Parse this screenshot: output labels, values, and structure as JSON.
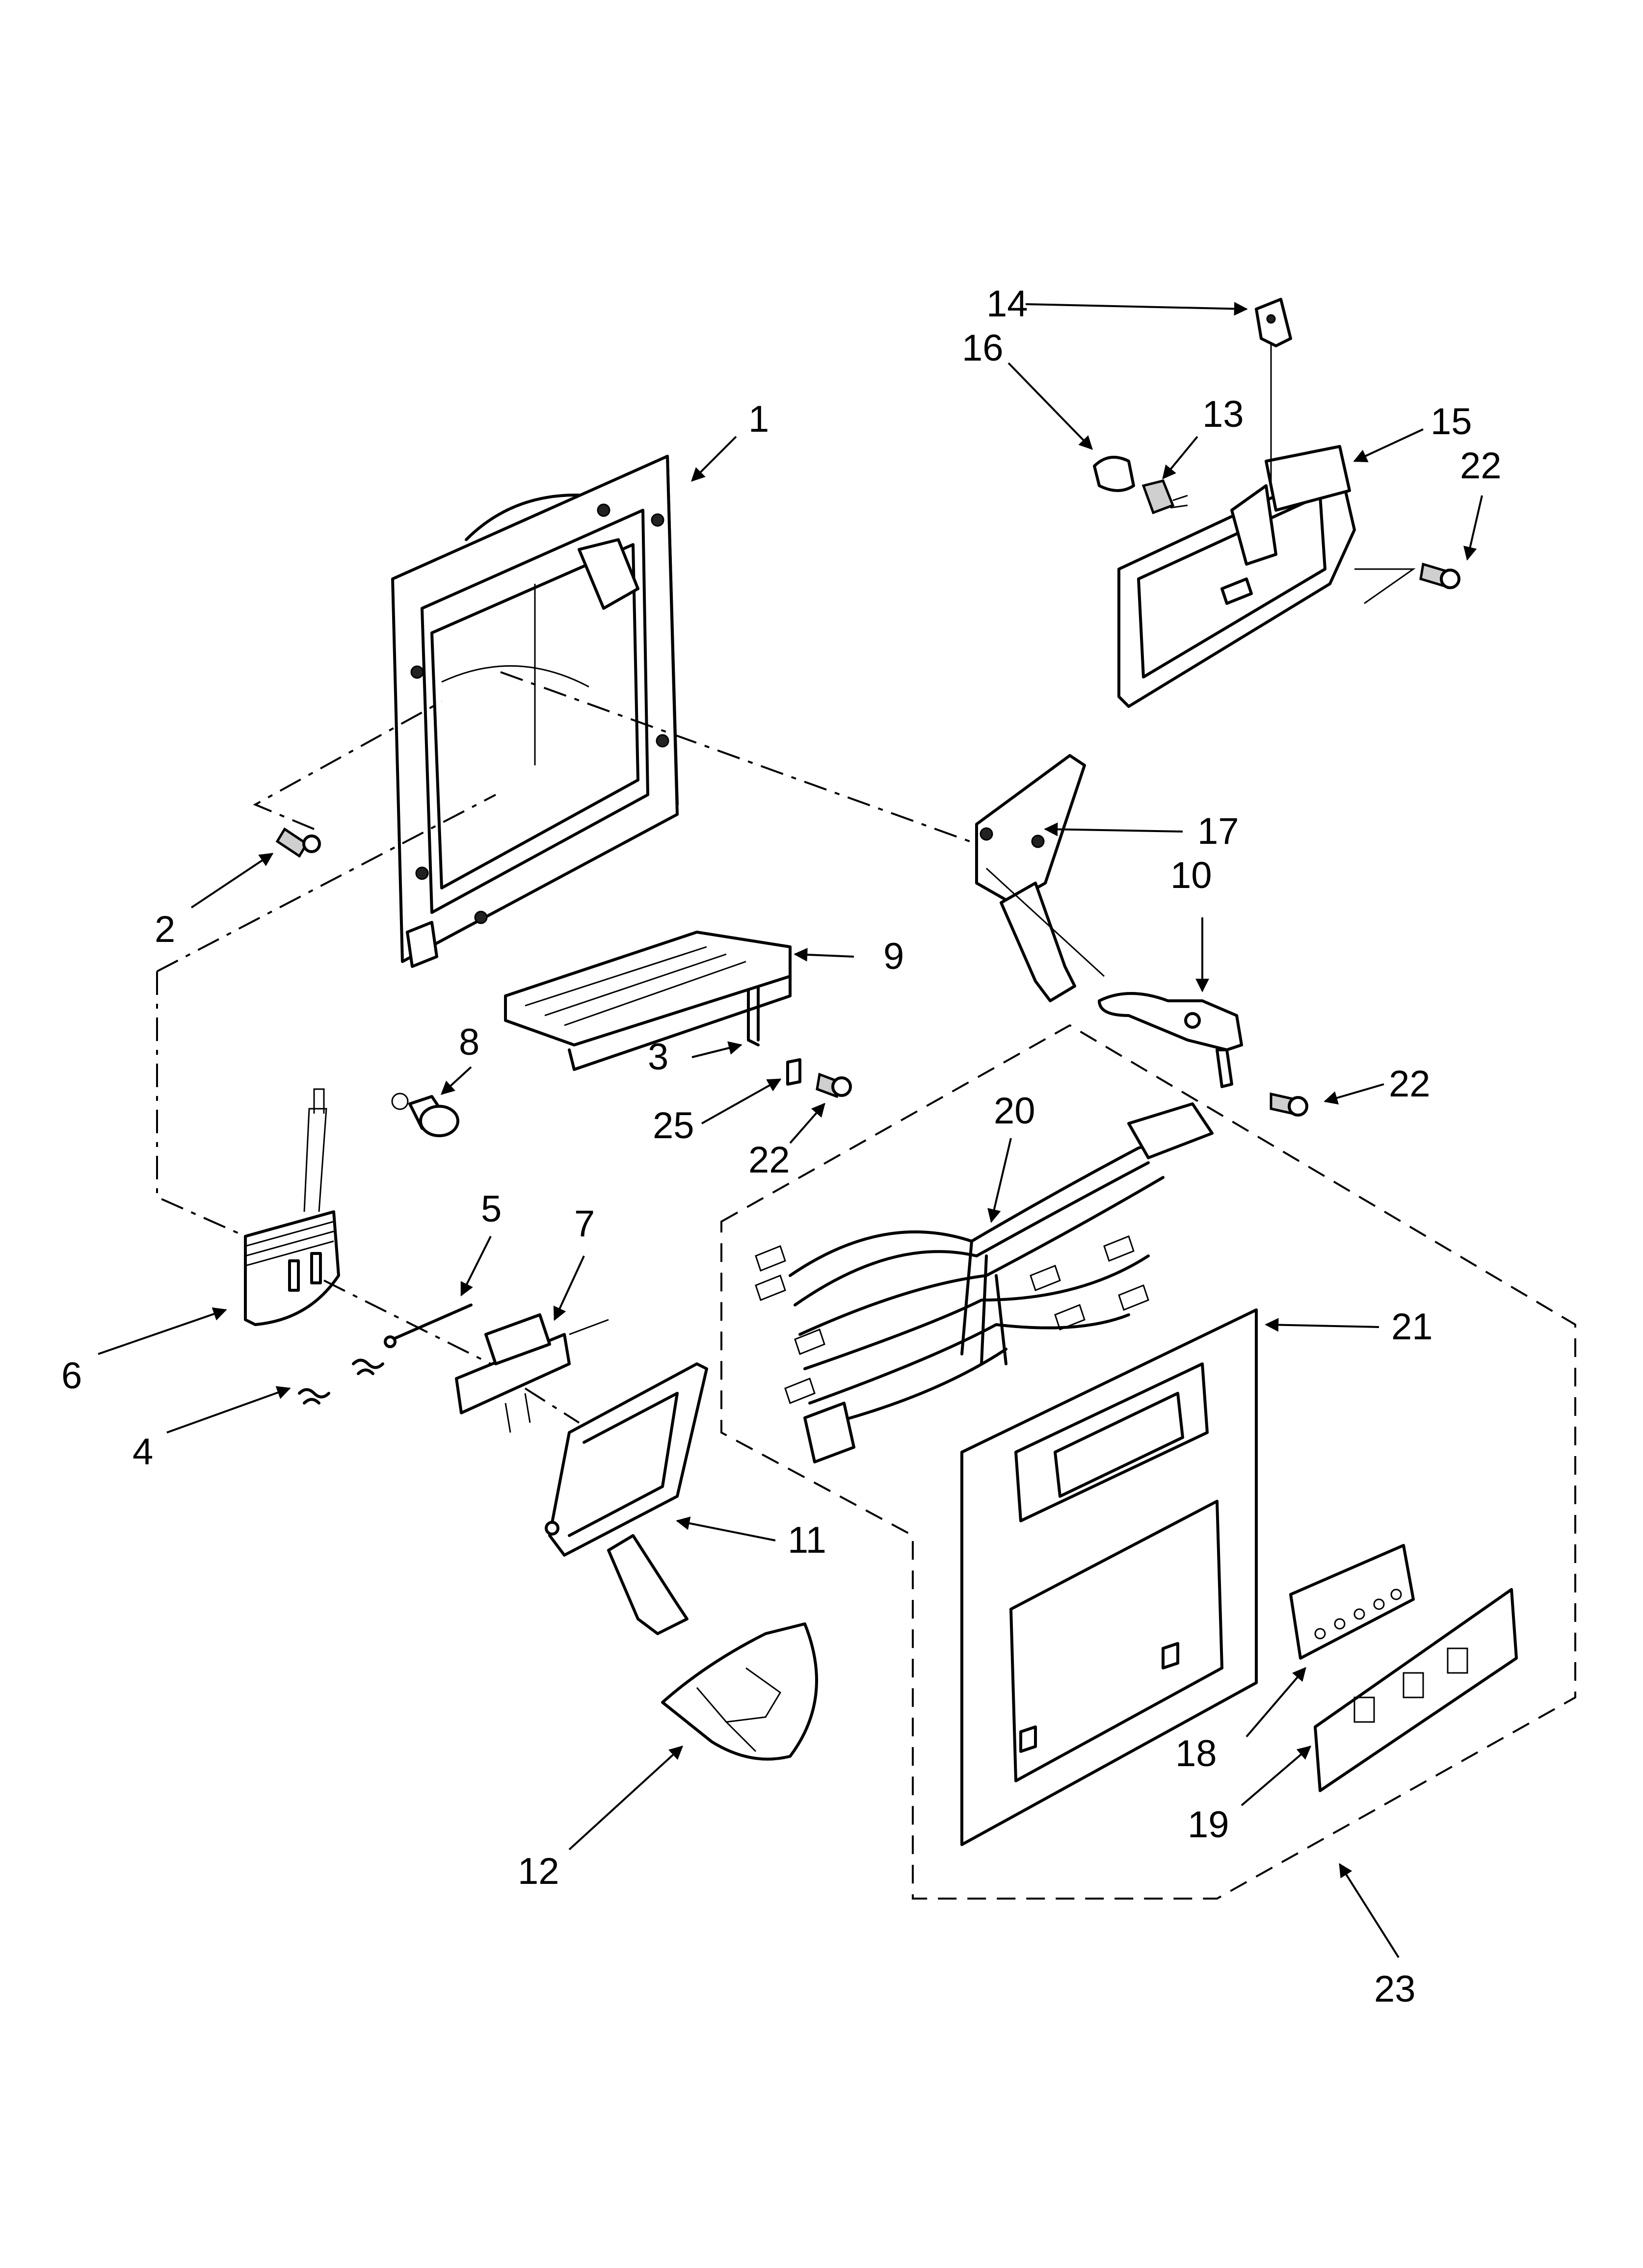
{
  "callouts": [
    {
      "id": "1",
      "label": "1"
    },
    {
      "id": "2",
      "label": "2"
    },
    {
      "id": "3",
      "label": "3"
    },
    {
      "id": "4",
      "label": "4"
    },
    {
      "id": "5",
      "label": "5"
    },
    {
      "id": "6",
      "label": "6"
    },
    {
      "id": "7",
      "label": "7"
    },
    {
      "id": "8",
      "label": "8"
    },
    {
      "id": "9",
      "label": "9"
    },
    {
      "id": "10",
      "label": "10"
    },
    {
      "id": "11",
      "label": "11"
    },
    {
      "id": "12",
      "label": "12"
    },
    {
      "id": "13",
      "label": "13"
    },
    {
      "id": "14",
      "label": "14"
    },
    {
      "id": "15",
      "label": "15"
    },
    {
      "id": "16",
      "label": "16"
    },
    {
      "id": "17",
      "label": "17"
    },
    {
      "id": "18",
      "label": "18"
    },
    {
      "id": "19",
      "label": "19"
    },
    {
      "id": "20",
      "label": "20"
    },
    {
      "id": "21",
      "label": "21"
    },
    {
      "id": "22a",
      "label": "22"
    },
    {
      "id": "22b",
      "label": "22"
    },
    {
      "id": "22c",
      "label": "22"
    },
    {
      "id": "23",
      "label": "23"
    },
    {
      "id": "25",
      "label": "25"
    }
  ]
}
